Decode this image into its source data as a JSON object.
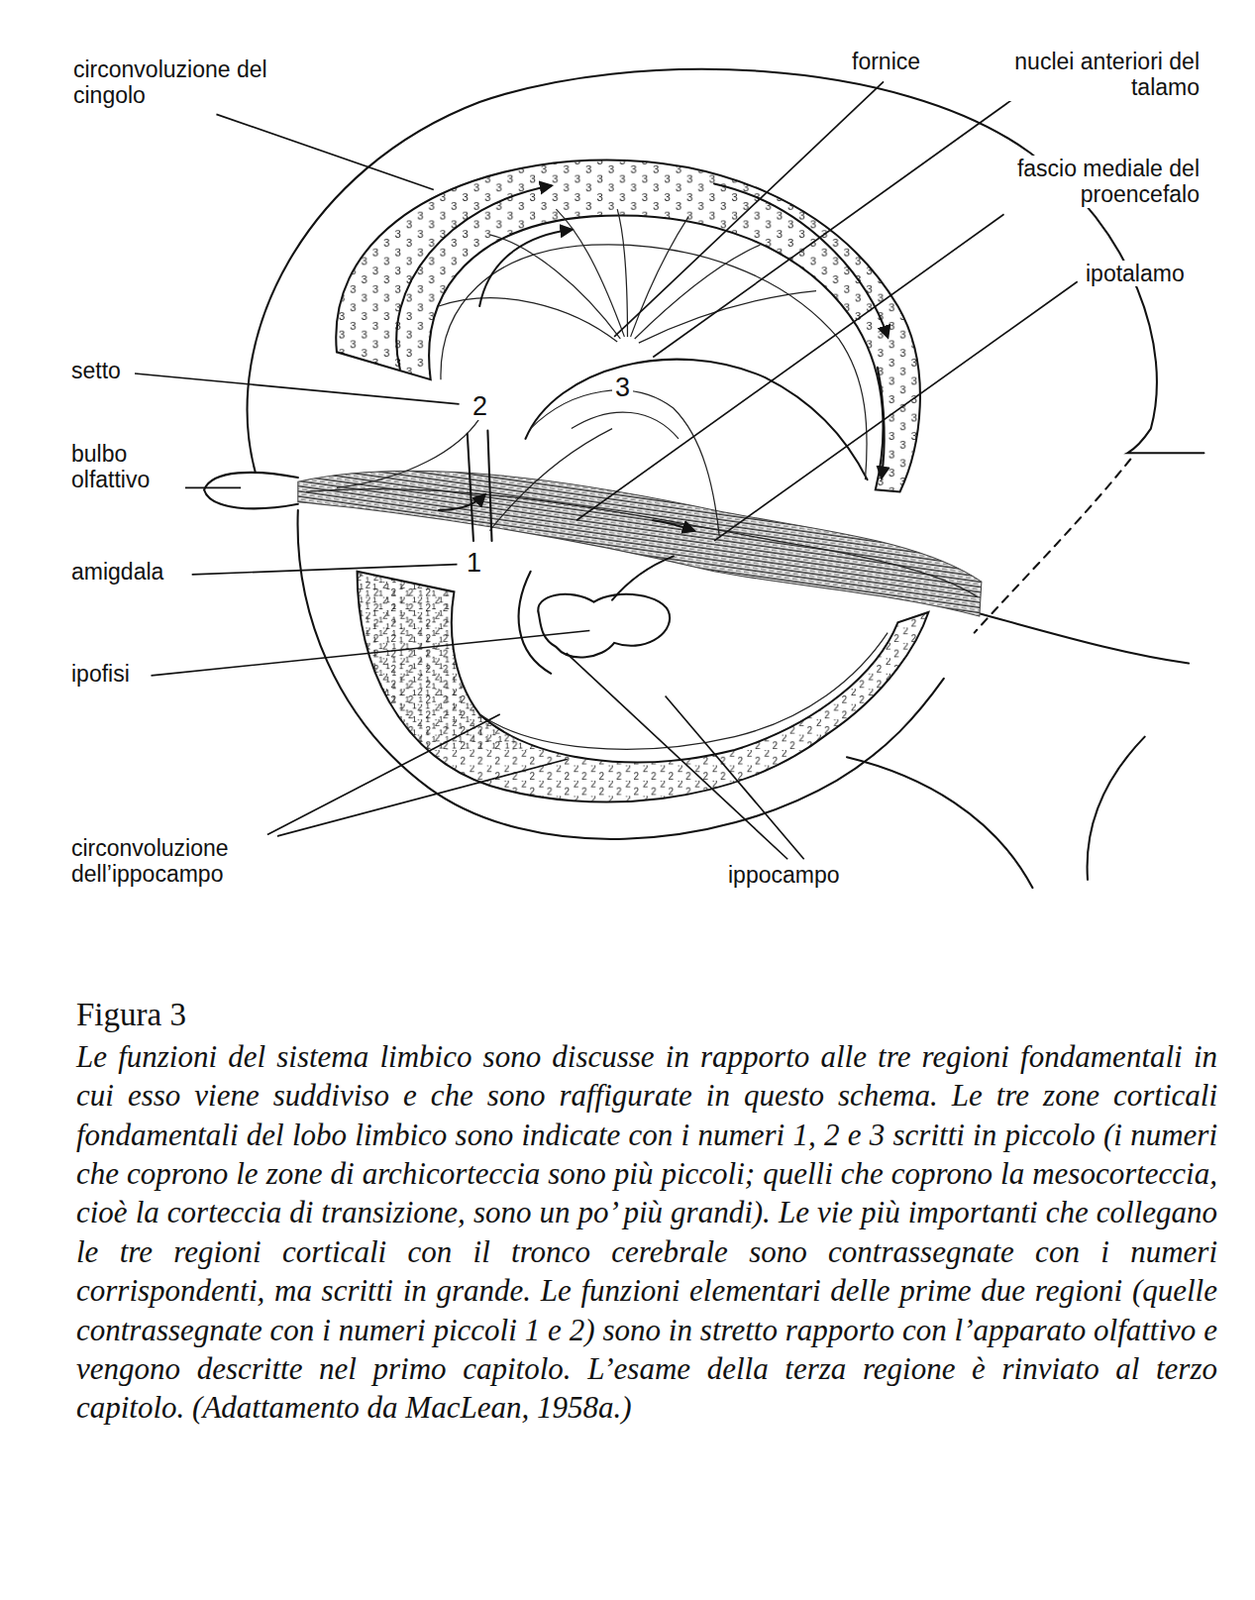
{
  "diagram": {
    "title": "Figura 3",
    "caption": "Le funzioni del sistema limbico sono discusse in rapporto alle tre regioni fondamentali in cui esso viene suddiviso e che sono raffigurate in questo schema. Le tre zone corticali fondamentali del lobo limbico sono indicate con i numeri 1, 2 e 3 scritti in piccolo (i numeri che coprono le zone di archicorteccia sono più piccoli; quelli che coprono la mesocorteccia, cioè la corteccia di transizione, sono un po’ più grandi). Le vie più importanti che collegano le tre regioni corticali con il tronco cerebrale sono contrassegnate con i numeri corrispondenti, ma scritti in grande. Le funzioni elementari delle prime due regioni (quelle contrassegnate con i numeri piccoli 1 e 2) sono in stretto rapporto con l’apparato olfattivo e vengono descritte nel primo capitolo. L’esame della terza regione è rinviato al terzo capitolo. (Adattamento da MacLean, 1958a.)",
    "labels": [
      "circonvoluzione del cingolo",
      "fornice",
      "nuclei anteriori del talamo",
      "fascio mediale del proencefalo",
      "ipotalamo",
      "setto",
      "2",
      "3",
      "bulbo olfattivo",
      "amigdala",
      "1",
      "ipofisi",
      "circonvoluzione dell’ippocampo",
      "ippocampo"
    ]
  }
}
